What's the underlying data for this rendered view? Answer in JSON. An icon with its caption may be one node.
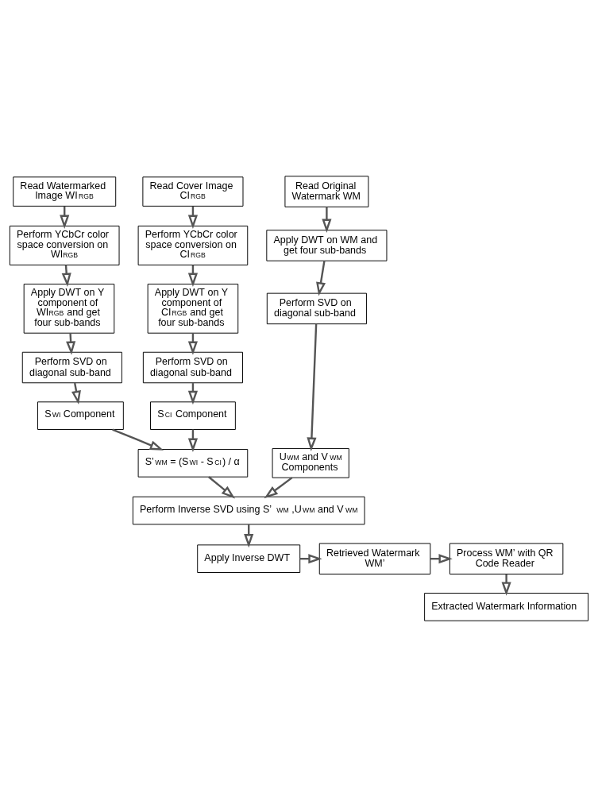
{
  "diagram": {
    "nodes": [
      {
        "text": [
          "Read Watermarked Image WI$_{RGB}$"
        ]
      },
      {
        "text": [
          "Read Cover Image CI$_{RGB}$"
        ]
      },
      {
        "text": [
          "Read Original Watermark WM"
        ]
      },
      {
        "text": [
          "Perform YCbCr color space conversion on WI$_{RGB}$"
        ]
      },
      {
        "text": [
          "Perform YCbCr color space conversion on CI$_{RGB}$"
        ]
      },
      {
        "text": [
          "Apply DWT on Y component of WI$_{RGB}$ and get four sub-bands"
        ]
      },
      {
        "text": [
          "Apply DWT on Y component of CI$_{RGB}$ and get four sub-bands"
        ]
      },
      {
        "text": [
          "Apply DWT on WM and get four sub-bands"
        ]
      },
      {
        "text": [
          "Perform SVD on diagonal sub-band"
        ]
      },
      {
        "text": [
          "Perform SVD on diagonal sub-band"
        ]
      },
      {
        "text": [
          "Perform SVD on diagonal sub-band"
        ]
      },
      {
        "text": [
          "S$_{WI}$ Component"
        ]
      },
      {
        "text": [
          "S$_{CI}$ Component"
        ]
      },
      {
        "text": [
          "U$_{WM}$ and V$_{WM}$ Components"
        ]
      },
      {
        "text": [
          "S’$_{WM}$ = (S$_{WI}$ - S$_{CI}$) / α"
        ]
      },
      {
        "text": [
          "Perform Inverse SVD using S’$_{WM}$ ,U$_{WM}$ and V$_{WM}$"
        ]
      },
      {
        "text": [
          "Apply Inverse DWT"
        ]
      },
      {
        "text": [
          "Retrieved Watermark WM’"
        ]
      },
      {
        "text": [
          "Process WM’ with QR Code Reader"
        ]
      },
      {
        "text": [
          "Extracted Watermark Information"
        ]
      }
    ],
    "edges": [
      {
        "from": 0,
        "to": 3,
        "arrow": "to"
      },
      {
        "from": 1,
        "to": 4,
        "arrow": "to"
      },
      {
        "from": 2,
        "to": 7,
        "arrow": "to"
      },
      {
        "from": 3,
        "to": 5,
        "arrow": "to"
      },
      {
        "from": 4,
        "to": 6,
        "arrow": "to"
      },
      {
        "from": 5,
        "to": 8,
        "arrow": "to"
      },
      {
        "from": 6,
        "to": 9,
        "arrow": "to"
      },
      {
        "from": 7,
        "to": 10,
        "arrow": "to"
      },
      {
        "from": 8,
        "to": 11,
        "arrow": "to"
      },
      {
        "from": 9,
        "to": 12,
        "arrow": "to"
      },
      {
        "from": 10,
        "to": 13,
        "arrow": "to"
      },
      {
        "from": 11,
        "to": 14,
        "arrow": "to"
      },
      {
        "from": 12,
        "to": 14,
        "arrow": "to"
      },
      {
        "from": 14,
        "to": 15,
        "arrow": "to"
      },
      {
        "from": 13,
        "to": 15,
        "arrow": "to"
      },
      {
        "from": 15,
        "to": 16,
        "arrow": "to"
      },
      {
        "from": 16,
        "to": 17,
        "arrow": "to"
      },
      {
        "from": 17,
        "to": 18,
        "arrow": "to"
      },
      {
        "from": 18,
        "to": 19,
        "arrow": "to"
      }
    ]
  }
}
